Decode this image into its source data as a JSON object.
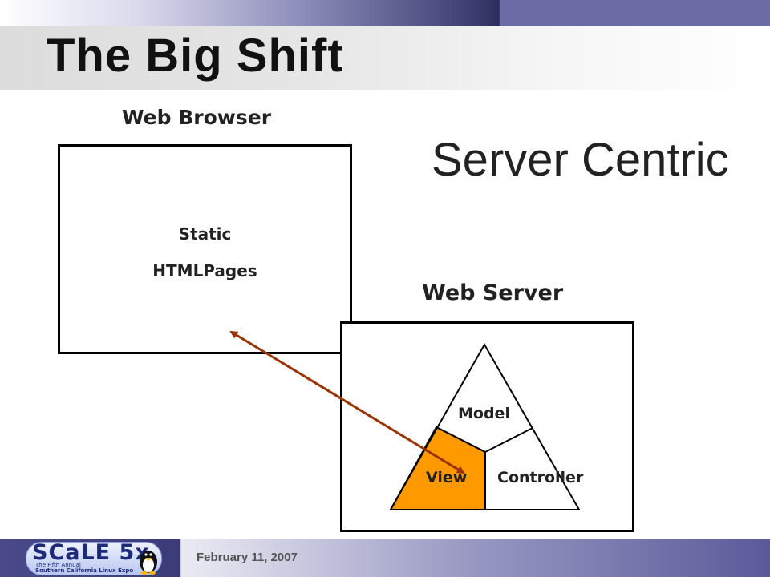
{
  "slide": {
    "title": "The Big Shift",
    "subtitle": "Server Centric"
  },
  "browser": {
    "label": "Web Browser",
    "line1": "Static",
    "line2": "HTMLPages"
  },
  "server": {
    "label": "Web Server",
    "model": "Model",
    "view": "View",
    "controller": "Controller"
  },
  "footer": {
    "logo": "SCaLE 5x",
    "logo_line1": "The Fifth Annual",
    "logo_line2": "Southern California Linux Expo",
    "date": "February 11, 2007"
  },
  "colors": {
    "view_fill": "#ff9900",
    "arrow": "#993300"
  }
}
